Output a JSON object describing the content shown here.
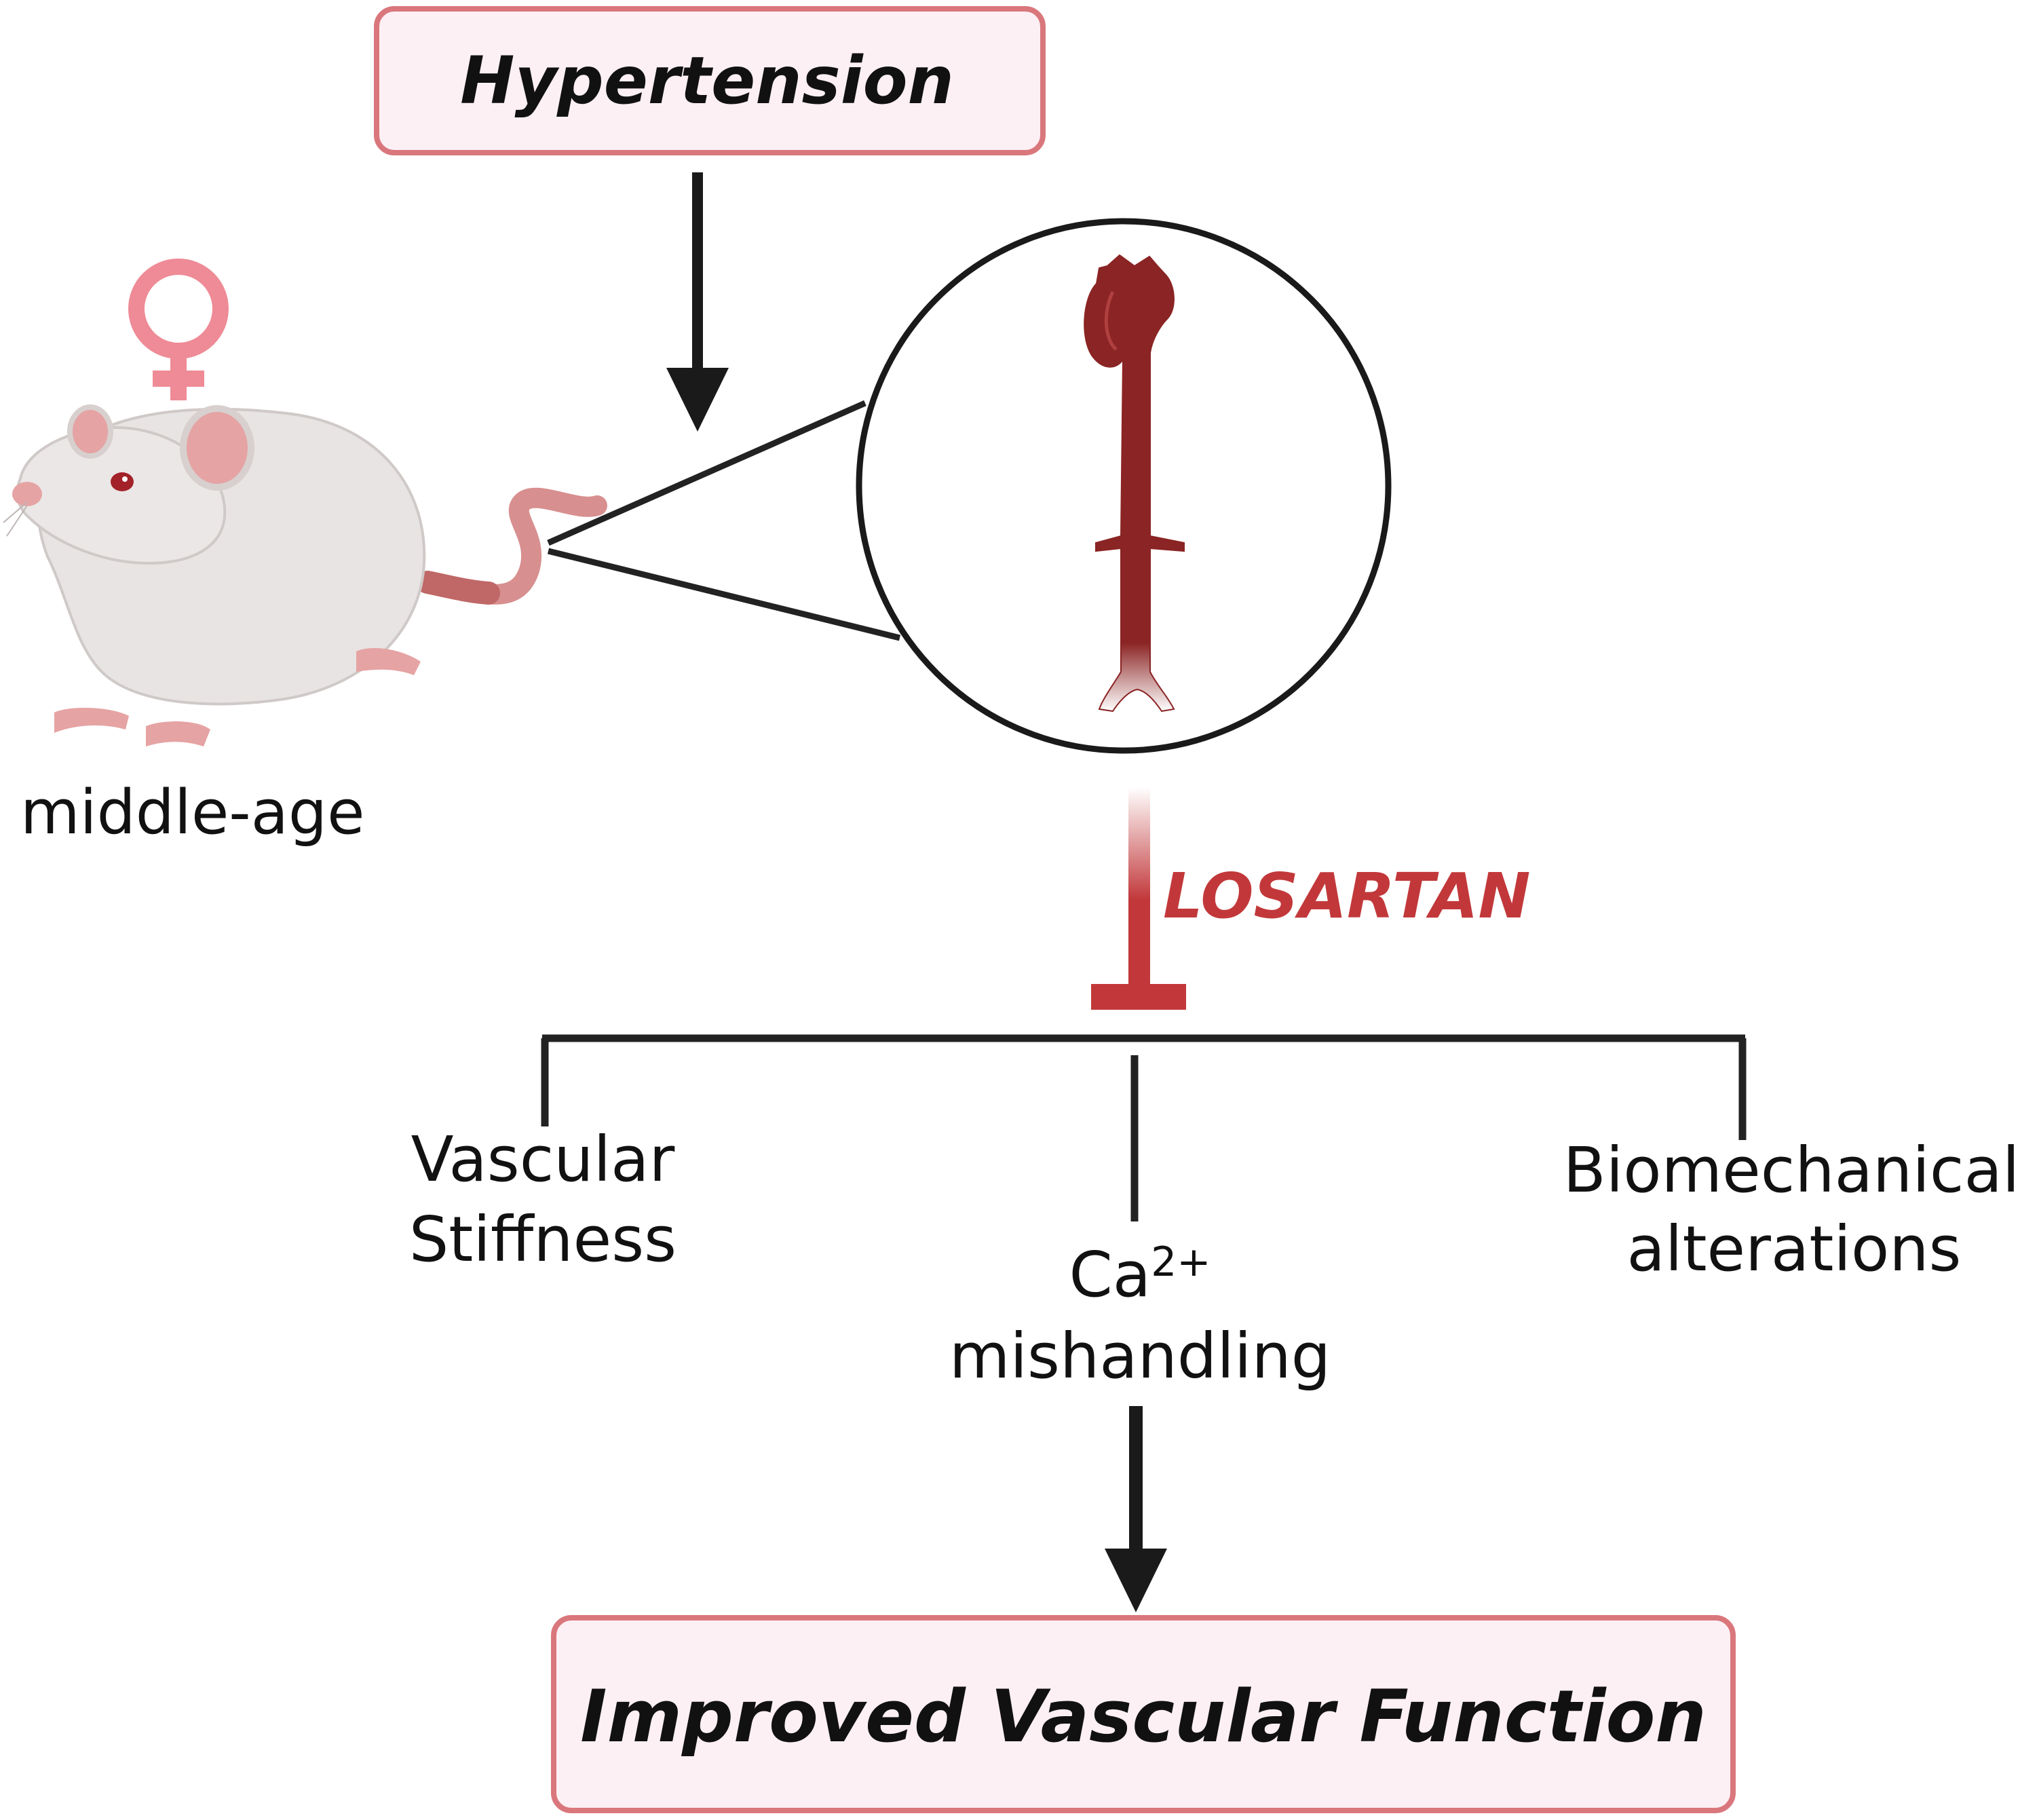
{
  "top_box": {
    "label": "Hypertension"
  },
  "subject": {
    "label": "middle-age",
    "sex_symbol": "♀",
    "sex_icon": "female-symbol-icon"
  },
  "inset": {
    "icon": "aorta-icon"
  },
  "drug": {
    "label": "LOSARTAN",
    "color": "#c2383a"
  },
  "effects": {
    "vascular_stiffness": {
      "line1": "Vascular",
      "line2": "Stiffness"
    },
    "calcium": {
      "base": "Ca",
      "superscript": "2+",
      "line2": "mishandling"
    },
    "biomechanical": {
      "line1": "Biomechanical",
      "line2": "alterations"
    }
  },
  "bottom_box": {
    "label": "Improved Vascular Function"
  },
  "colors": {
    "box_border": "#d9777c",
    "box_fill": "#fdf0f4",
    "arrow": "#1a1a1a",
    "aorta": "#8b2424",
    "female_symbol": "#ee8b96",
    "rat_body": "#e8e4e3",
    "rat_pink": "#e6a3a3"
  }
}
